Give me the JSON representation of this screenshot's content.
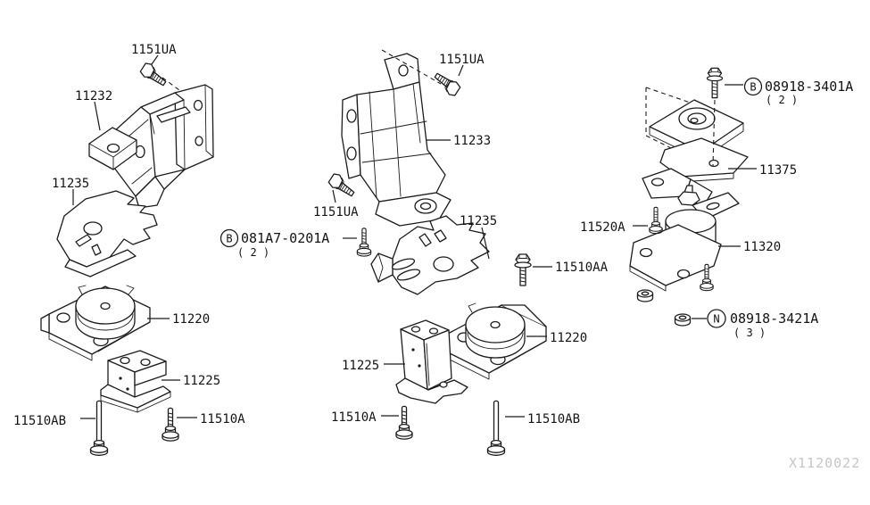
{
  "watermark": "X1120022",
  "callouts": {
    "bolt_1151ua_top_left": "1151UA",
    "bracket_11232": "11232",
    "shield_11235_left": "11235",
    "bolt_1151ua_top_mid": "1151UA",
    "bracket_11233": "11233",
    "bolt_1151ua_mid": "1151UA",
    "hw_081a7": {
      "prefix": "B",
      "code": "081A7-0201A",
      "qty": "( 2 )"
    },
    "shield_11235_mid": "11235",
    "bolt_11510aa": "11510AA",
    "mount_11220_left": "11220",
    "mount_11220_mid": "11220",
    "bracket_11225_left": "11225",
    "bolt_11510ab_left": "11510AB",
    "bolt_11510a_left": "11510A",
    "bracket_11225_mid": "11225",
    "bolt_11510a_mid": "11510A",
    "bolt_11510ab_mid": "11510AB",
    "hw_08918_3401a": {
      "prefix": "B",
      "code": "08918-3401A",
      "qty": "( 2 )"
    },
    "mount_11375": "11375",
    "bolt_11520a": "11520A",
    "mount_11320": "11320",
    "hw_08918_3421a": {
      "prefix": "N",
      "code": "08918-3421A",
      "qty": "( 3 )"
    }
  }
}
